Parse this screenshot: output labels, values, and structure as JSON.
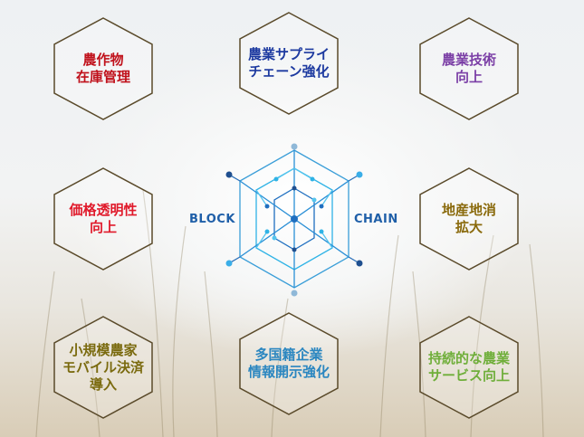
{
  "center_logo": {
    "left_text": "BLOCK",
    "right_text": "CHAIN"
  },
  "hexagons": [
    {
      "text": "農作物\n在庫管理",
      "color": "#c0111b"
    },
    {
      "text": "農業サプライ\nチェーン強化",
      "color": "#1d3aa0"
    },
    {
      "text": "農業技術\n向上",
      "color": "#7b3fa6"
    },
    {
      "text": "価格透明性\n向上",
      "color": "#e0192a"
    },
    {
      "text": "地産地消\n拡大",
      "color": "#8a6a0c"
    },
    {
      "text": "小規模農家\nモバイル決済\n導入",
      "color": "#7a6a0e"
    },
    {
      "text": "多国籍企業\n情報開示強化",
      "color": "#2a86c0"
    },
    {
      "text": "持続的な農業\nサービス向上",
      "color": "#6fae3a"
    }
  ]
}
